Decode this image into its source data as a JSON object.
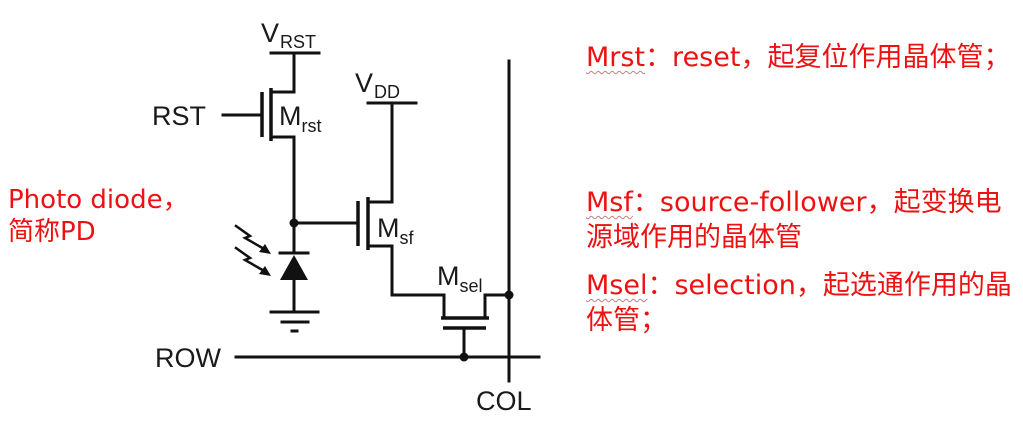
{
  "circuit": {
    "labels": {
      "vrst_main": "V",
      "vrst_sub": "RST",
      "vdd_main": "V",
      "vdd_sub": "DD",
      "rst": "RST",
      "mrst_main": "M",
      "mrst_sub": "rst",
      "msf_main": "M",
      "msf_sub": "sf",
      "msel_main": "M",
      "msel_sub": "sel",
      "row": "ROW",
      "col": "COL"
    }
  },
  "annotations": {
    "photodiode": {
      "line1": "Photo diode，",
      "line2": "简称PD"
    },
    "mrst": {
      "term": "Mrst",
      "desc": "：reset，起复位作用晶体管；"
    },
    "msf": {
      "term": "Msf",
      "desc": "：source-follower，起变换电源域作用的晶体管"
    },
    "msel": {
      "term": "Msel",
      "desc": "：selection，起选通作用的晶体管；"
    }
  },
  "colors": {
    "annotation_text": "#ee1111",
    "circuit_stroke": "#111111"
  }
}
